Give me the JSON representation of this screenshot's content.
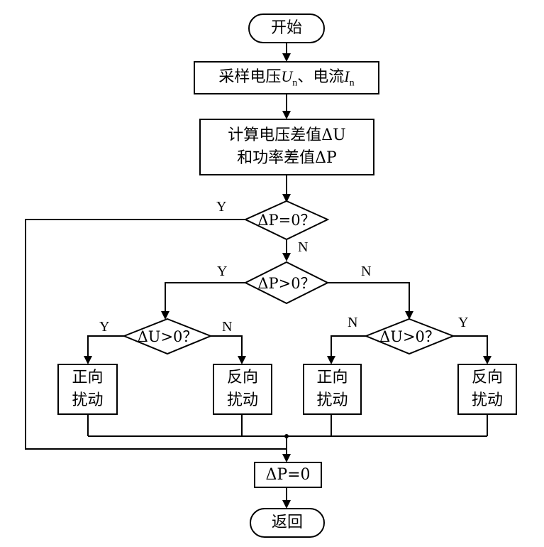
{
  "nodes": {
    "start": "开始",
    "sample": {
      "prefix": "采样电压",
      "v_sym": "U",
      "v_sub": "n",
      "sep": "、电流",
      "i_sym": "I",
      "i_sub": "n"
    },
    "calc_line1": "计算电压差值ΔU",
    "calc_line2": "和功率差值ΔP",
    "d1": "ΔP=0？",
    "d2": "ΔP>0？",
    "d3": "ΔU>0？",
    "d4": "ΔU>0？",
    "b1_l1": "正向",
    "b1_l2": "扰动",
    "b2_l1": "反向",
    "b2_l2": "扰动",
    "b3_l1": "正向",
    "b3_l2": "扰动",
    "b4_l1": "反向",
    "b4_l2": "扰动",
    "reset": "ΔP=0",
    "end": "返回"
  },
  "labels": {
    "d1_yes": "Y",
    "d1_no": "N",
    "d2_yes": "Y",
    "d2_no": "N",
    "d3_yes": "Y",
    "d3_no": "N",
    "d4_no": "N",
    "d4_yes": "Y"
  }
}
